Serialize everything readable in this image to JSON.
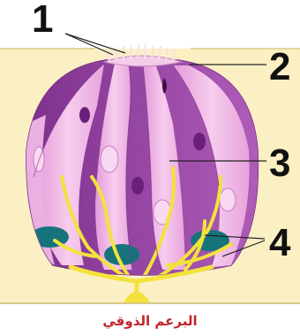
{
  "labels": {
    "l1": "1",
    "l2": "2",
    "l3": "3",
    "l4": "4"
  },
  "caption": "البرعم الذوقي",
  "colors": {
    "background": "#fbf0c4",
    "light_cell": "#f0b8e6",
    "dark_cell": "#9b48a6",
    "pore_hair": "#f6dff0",
    "nerve": "#f3e23c",
    "basal_cell": "#16737c",
    "caption": "#c0262d"
  }
}
